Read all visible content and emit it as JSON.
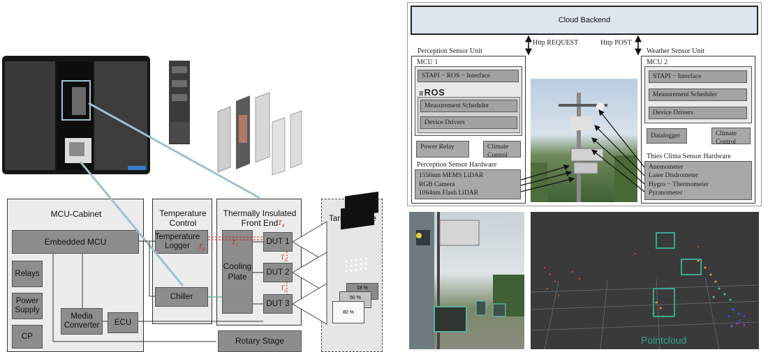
{
  "left": {
    "mcu_cabinet": {
      "title": "MCU-Cabinet",
      "embedded_mcu": "Embedded MCU",
      "relays": "Relays",
      "power_supply": "Power Supply",
      "cp": "CP",
      "media_converter": "Media Converter",
      "ecu": "ECU"
    },
    "temperature_control": {
      "title": "Temperature Control",
      "logger": "Temperature Logger",
      "logger_temp": "T",
      "logger_temp_sub": "0",
      "chiller": "Chiller"
    },
    "front_end": {
      "title": "Thermally Insulated Front End",
      "title_temp": "T",
      "title_temp_sub": "4",
      "cooling_plate": "Cooling Plate",
      "dut1": "DUT 1",
      "dut2": "DUT 2",
      "dut3": "DUT 3",
      "t1": "T",
      "t1_sub": "1",
      "t3": "T",
      "t3_sub": "3",
      "t2": "T",
      "t2_sub": "2"
    },
    "target_space": {
      "title": "Target Space",
      "card1": "18 %",
      "card2": "50 %",
      "card3": "80 %"
    },
    "rotary_stage": "Rotary Stage"
  },
  "right": {
    "cloud_backend": "Cloud Backend",
    "http_request": "Http REQUEST",
    "http_post": "Http POST",
    "perception_unit": {
      "title": "Perception Sensor Unit",
      "mcu": "MCU 1",
      "stapi": "STAPI − ROS − Interface",
      "ros": "ROS",
      "scheduler": "Measurement Scheduler",
      "drivers": "Device Drivers",
      "power_relay": "Power Relay",
      "climate_control": "Climate Control",
      "hardware_title": "Perception Sensor Hardware",
      "hardware_items": [
        "1550nm MEMS LiDAR",
        "RGB Camera",
        "1064nm Flash LiDAR"
      ]
    },
    "weather_unit": {
      "title": "Weather Sensor Unit",
      "mcu": "MCU 2",
      "stapi": "STAPI − Interface",
      "scheduler": "Measurement Scheduler",
      "drivers": "Device Drivers",
      "datalogger": "Datalogger",
      "climate_control": "Climate Control",
      "hardware_title": "Thies Clima Sensor Hardware",
      "hardware_items": [
        "Anemometer",
        "Laser Disdrometer",
        "Hygro − Thermometer",
        "Pyranometer"
      ]
    },
    "pointcloud_label": "Pointcloud"
  },
  "colors": {
    "block_gray": "#8d8d8d",
    "accent_red": "#cc2222",
    "highlight_box": "#7ab8c8",
    "cloud_fill": "#dfe6f0",
    "pointcloud_label": "#2fa58c"
  }
}
